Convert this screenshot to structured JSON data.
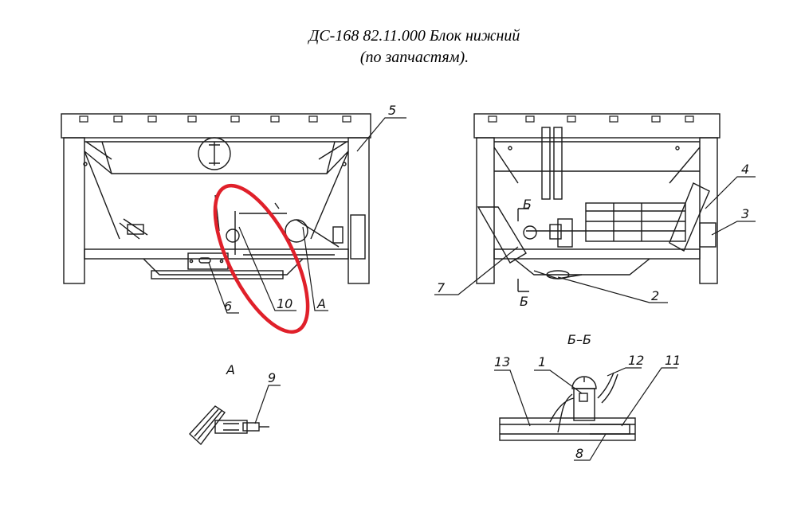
{
  "title": {
    "line1": "ДС-168 82.11.000 Блок нижний",
    "line2": "(по запчастям)."
  },
  "labels": {
    "p1": "1",
    "p2": "2",
    "p3": "3",
    "p4": "4",
    "p5": "5",
    "p6": "6",
    "p7": "7",
    "p8": "8",
    "p9": "9",
    "p10": "10",
    "p11": "11",
    "p12": "12",
    "p13": "13",
    "viewA_marker": "А",
    "viewA_title": "А",
    "sectionB_top": "Б",
    "sectionB_bottom": "Б",
    "sectionBB_title": "Б–Б"
  },
  "colors": {
    "line": "#1a1a1a",
    "highlight": "#e0202a"
  }
}
